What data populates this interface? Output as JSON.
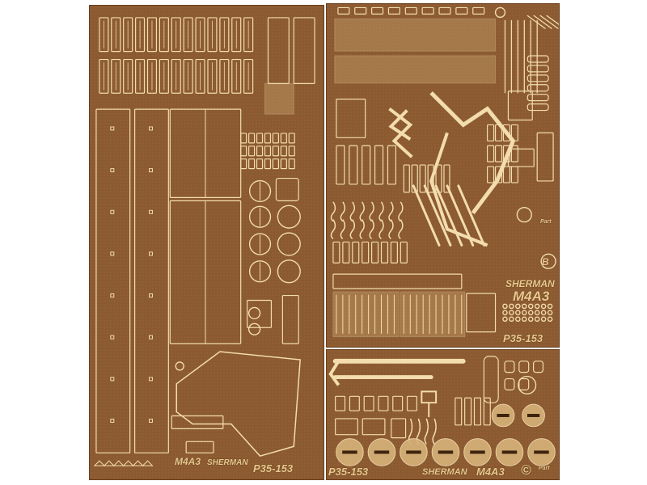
{
  "image": {
    "subject": "Photo-etched brass detail sets for a Sherman M4A3 model",
    "colors": {
      "background": "#ffffff",
      "sheet": "#8b5a30",
      "brass_part": "#d7b27a",
      "part_edge": "#f3dcae",
      "engraving": "#e9c98f"
    }
  },
  "sheets": {
    "left": {
      "name_text": "SHERMAN",
      "model_text": "M4A3",
      "code_text": "P35-153"
    },
    "top_right": {
      "name_text": "SHERMAN",
      "model_text": "M4A3",
      "code_text": "P35-153",
      "brand_text": "Part",
      "set_letter": "B"
    },
    "bottom_right": {
      "name_text": "SHERMAN",
      "model_text": "M4A3",
      "code_text": "P35-153",
      "brand_text": "Part",
      "copyright_text": "©"
    }
  }
}
